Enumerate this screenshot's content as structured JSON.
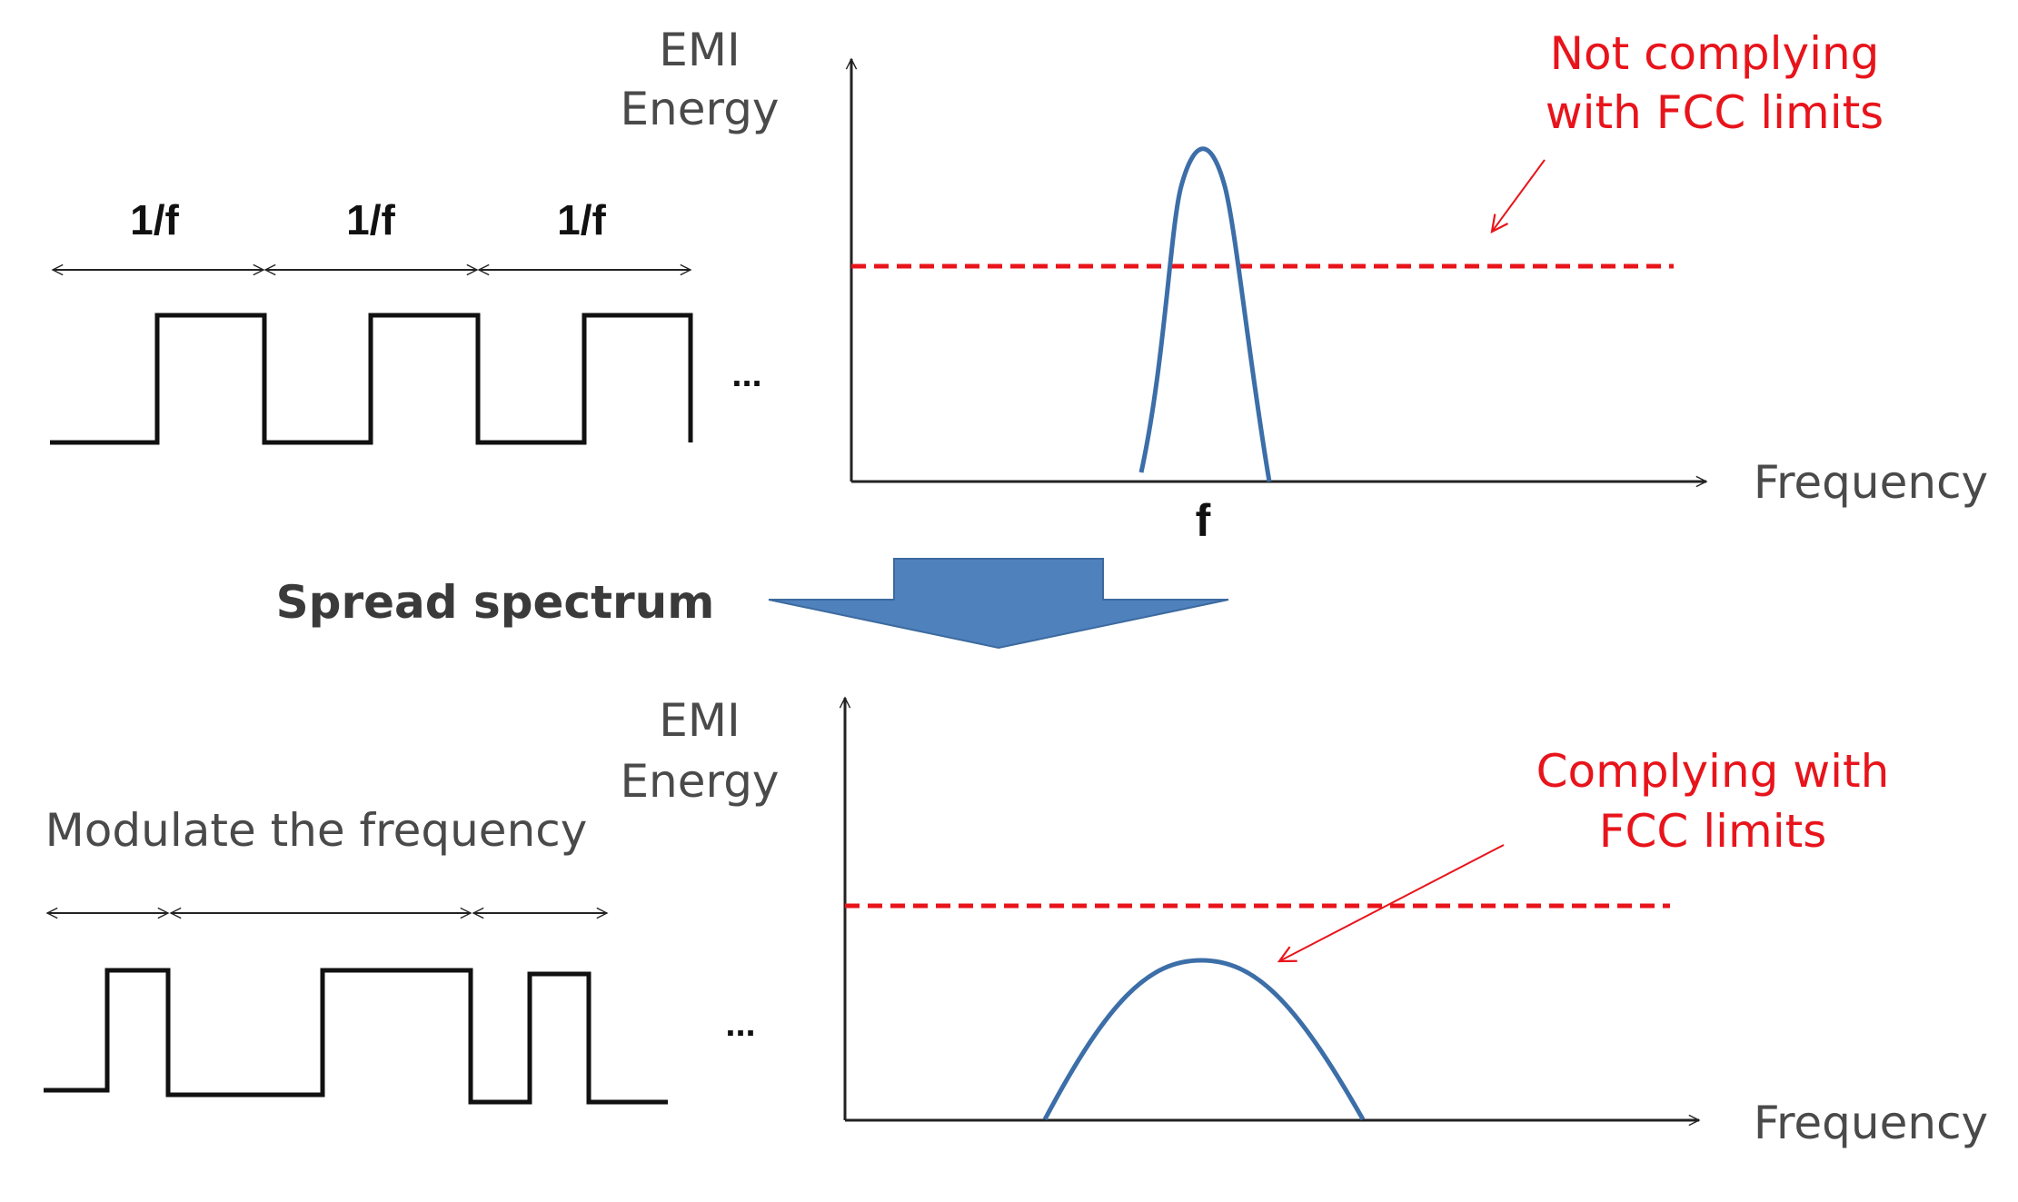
{
  "top": {
    "y_axis_label_line1": "EMI",
    "y_axis_label_line2": "Energy",
    "x_axis_label": "Frequency",
    "peak_label": "f",
    "period_labels": [
      "1/f",
      "1/f",
      "1/f"
    ],
    "ellipsis": "...",
    "annotation_line1": "Not complying",
    "annotation_line2": "with FCC limits"
  },
  "middle": {
    "label": "Spread spectrum"
  },
  "bottom": {
    "y_axis_label_line1": "EMI",
    "y_axis_label_line2": "Energy",
    "x_axis_label": "Frequency",
    "modulation_label": "Modulate the frequency",
    "ellipsis": "...",
    "annotation_line1": "Complying with",
    "annotation_line2": "FCC limits"
  },
  "colors": {
    "limit_line": "#e8141b",
    "annotation_text": "#e8141b",
    "curve": "#3c6ea8",
    "arrow_fill": "#4f81bd",
    "arrow_stroke": "#3c6a9e",
    "axis": "#222222",
    "label_text": "#4a4a4a",
    "signal": "#111111"
  }
}
